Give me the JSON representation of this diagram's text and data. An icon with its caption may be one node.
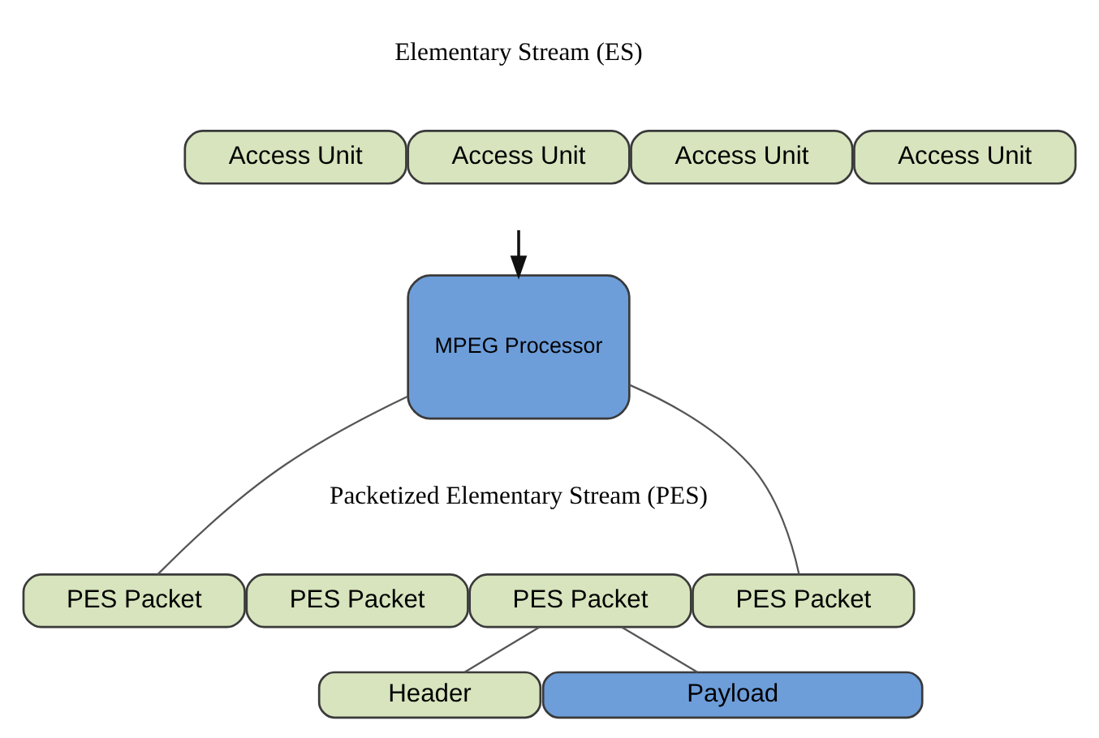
{
  "diagram": {
    "nodes": [
      {
        "text": [
          "Access Unit"
        ]
      },
      {
        "text": [
          "Access Unit"
        ]
      },
      {
        "text": [
          "Access Unit"
        ]
      },
      {
        "text": [
          "Access Unit"
        ]
      },
      {
        "text": [
          "MPEG Processor"
        ]
      },
      {
        "text": [
          "PES Packet"
        ]
      },
      {
        "text": [
          "PES Packet"
        ]
      },
      {
        "text": [
          "PES Packet"
        ]
      },
      {
        "text": [
          "PES Packet"
        ]
      },
      {
        "text": [
          "Header"
        ]
      },
      {
        "text": [
          "Payload"
        ]
      }
    ],
    "edges": [
      {
        "from": null,
        "to": 4,
        "arrow": "to"
      },
      {
        "from": 4,
        "to": 5,
        "arrow": "none"
      },
      {
        "from": 4,
        "to": 8,
        "arrow": "none"
      },
      {
        "from": 7,
        "to": 9,
        "arrow": "none"
      },
      {
        "from": 7,
        "to": 10,
        "arrow": "none"
      }
    ],
    "labels": [
      "Elementary Stream (ES)",
      "Packetized Elementary Stream (PES)"
    ]
  }
}
